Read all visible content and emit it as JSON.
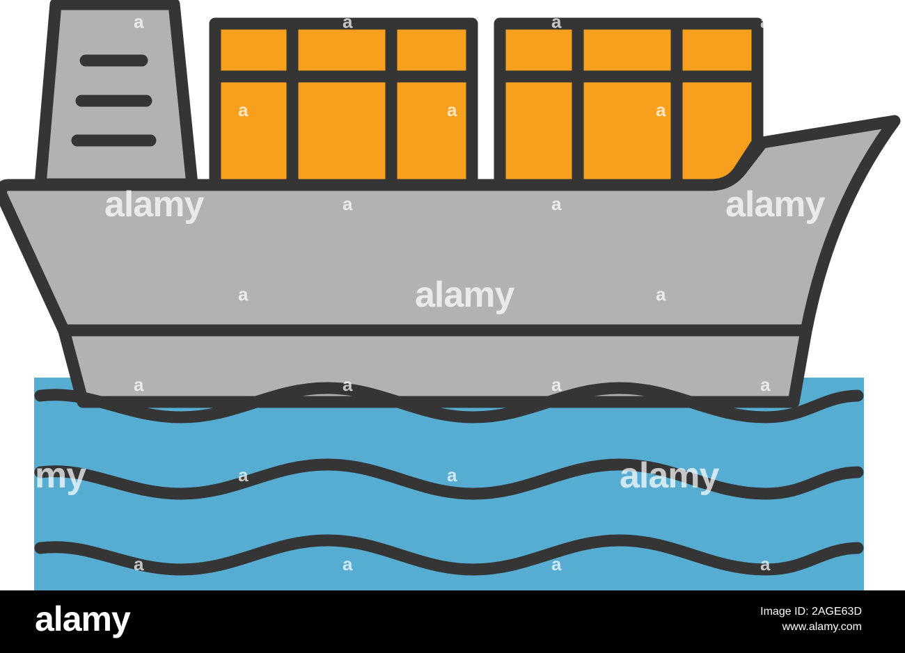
{
  "artwork": {
    "subject": "cargo ship with containers on sea waves",
    "colors": {
      "outline": "#353535",
      "hull": "#b2b2b2",
      "containers": "#f8a01e",
      "water": "#57acd1",
      "background": "#ffffff"
    }
  },
  "watermark": {
    "text": "alamy",
    "mark": "a",
    "partial": "my"
  },
  "footer": {
    "brand": "alamy",
    "image_id": "Image ID: 2AGE63D",
    "website": "www.alamy.com"
  }
}
